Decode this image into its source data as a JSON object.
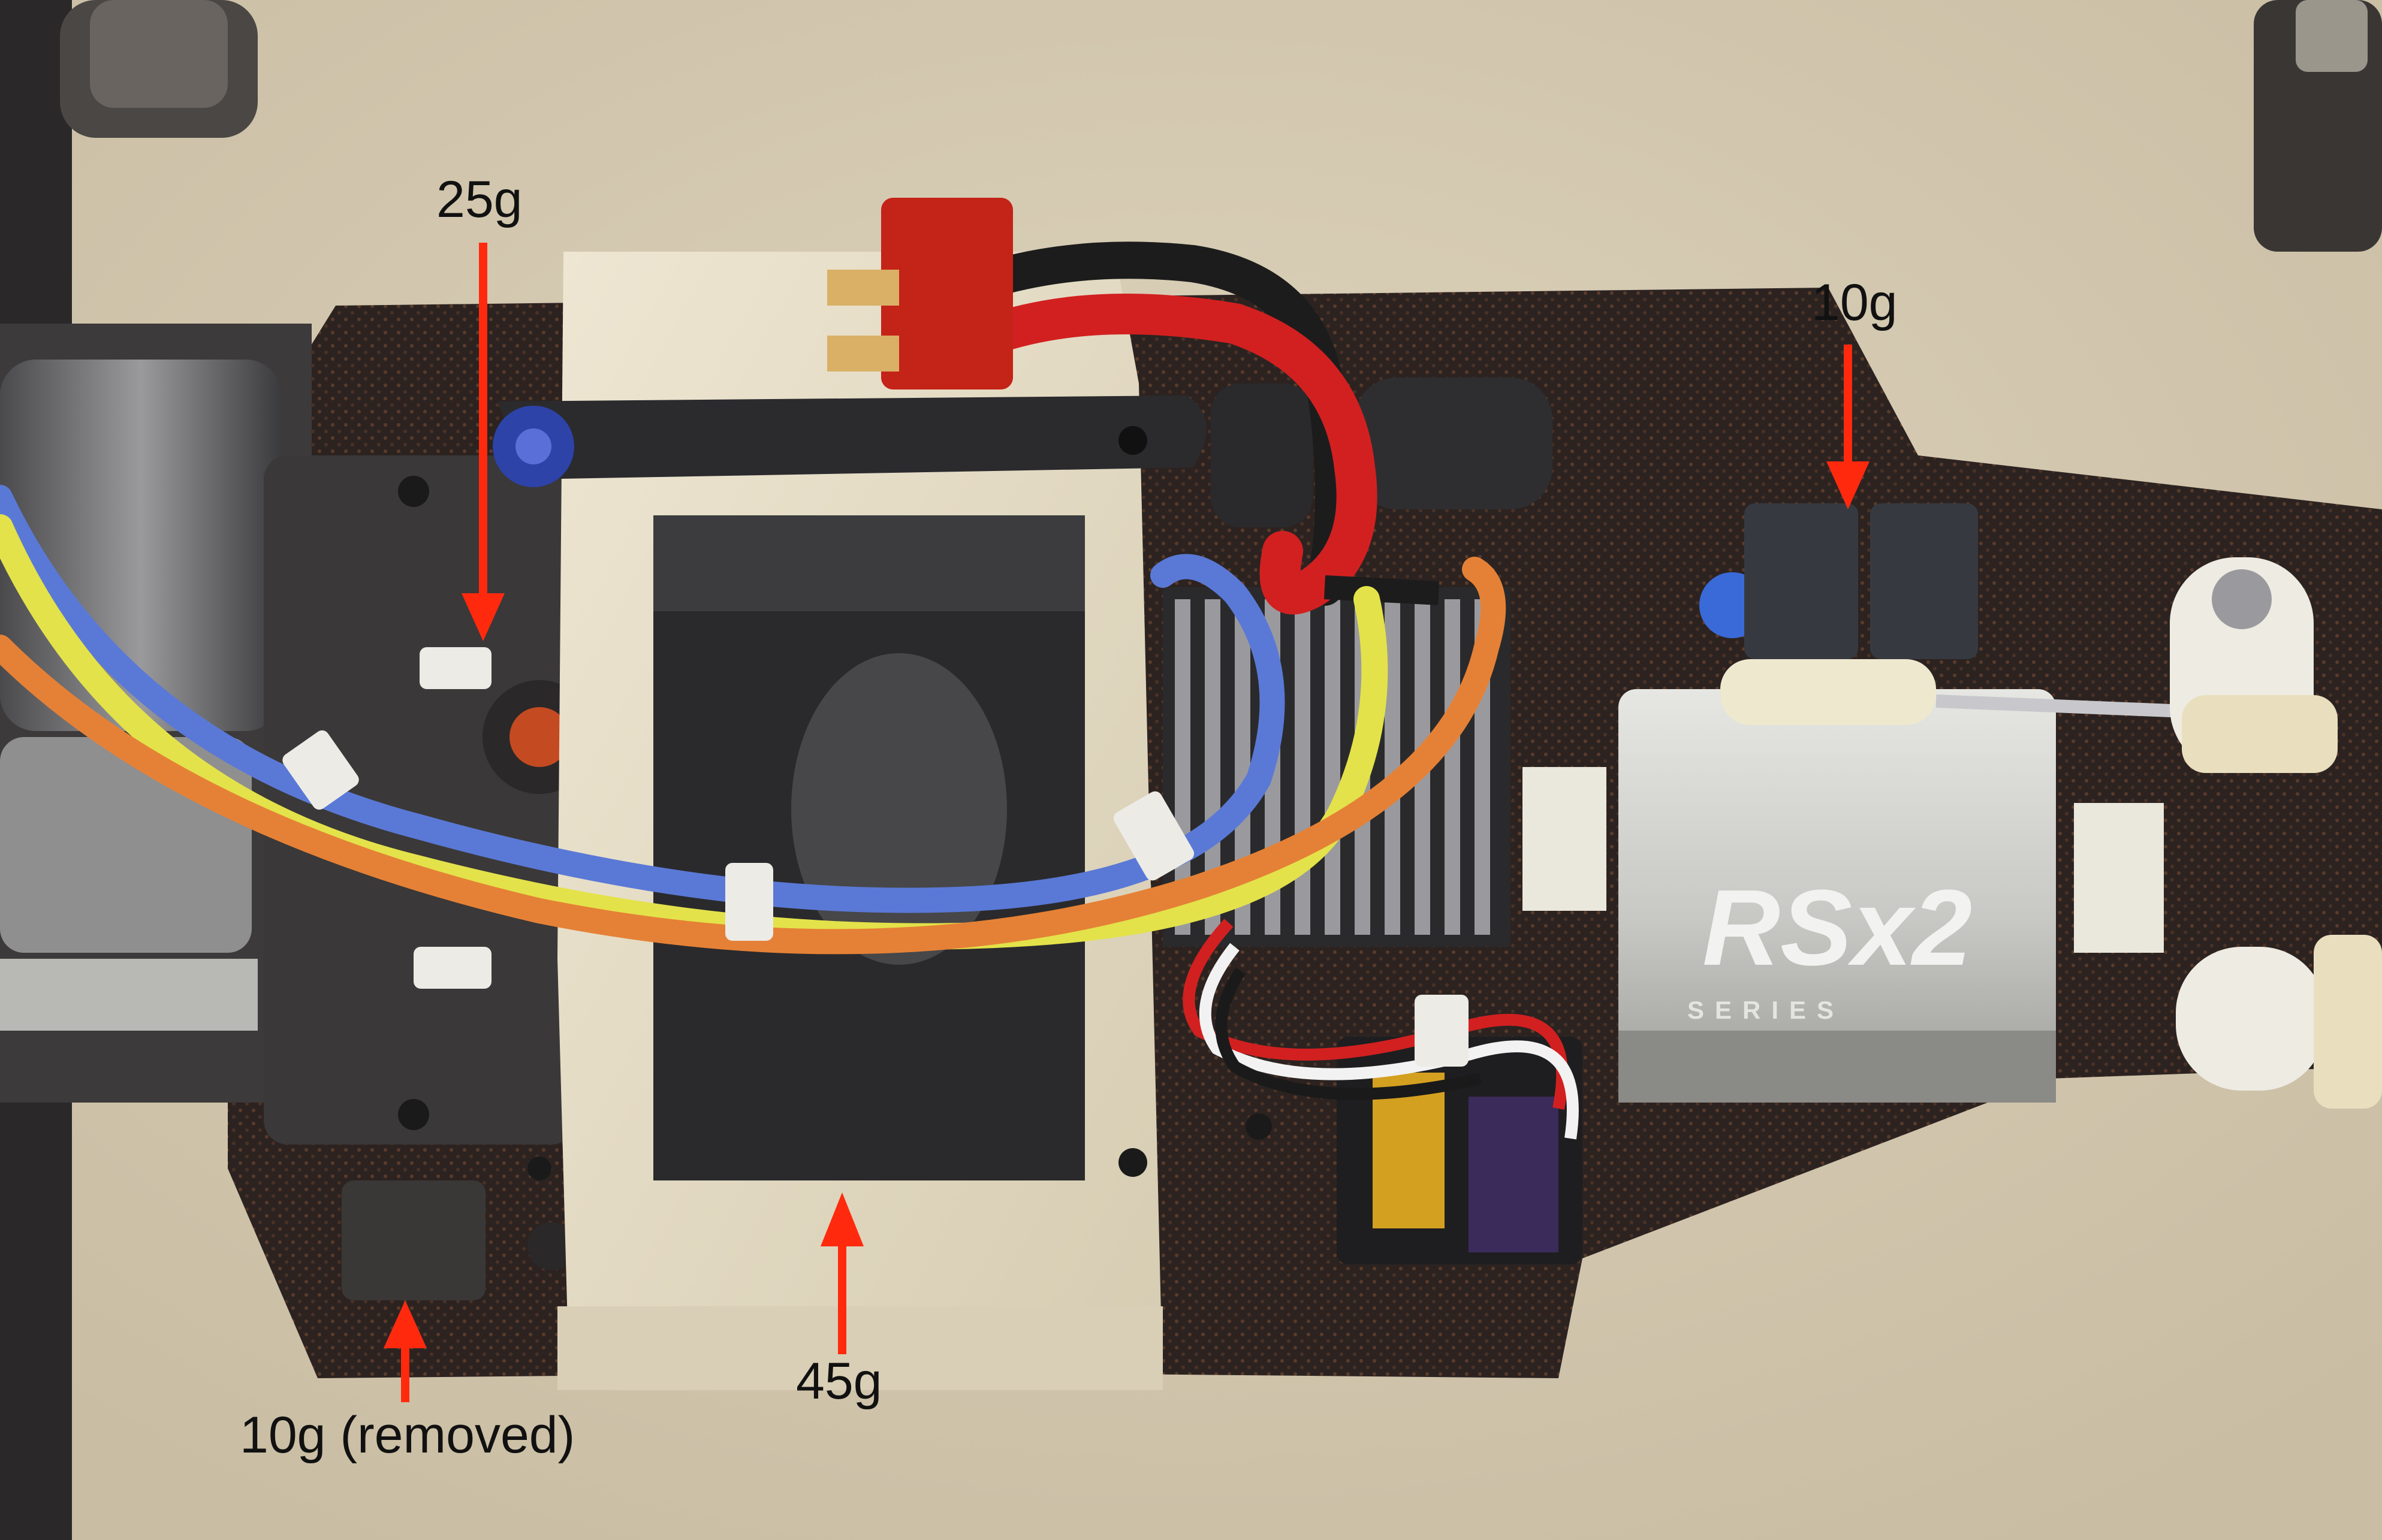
{
  "annotations": {
    "a_25g": "25g",
    "a_10g_right": "10g",
    "a_45g": "45g",
    "a_10g_removed": "10g (removed)"
  },
  "servo": {
    "brand_mark": "RSx2",
    "series_text": "SERIES"
  },
  "colors": {
    "arrow": "#ff2a0e",
    "carpet": "#d8cdb4",
    "carbon_chassis": "#2a2220",
    "battery_tray": "#e6ddc6",
    "wire_blue": "#5a79d6",
    "wire_yellow": "#e3e24a",
    "wire_orange": "#e58136",
    "wire_red": "#d42424",
    "servo_body": "#c9c9c4"
  }
}
